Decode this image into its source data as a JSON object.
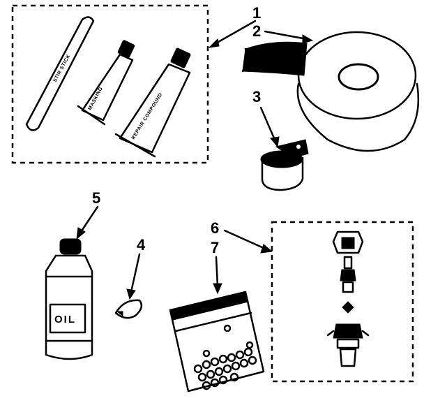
{
  "callouts": {
    "c1": "1",
    "c2": "2",
    "c3": "3",
    "c4": "4",
    "c5": "5",
    "c6": "6",
    "c7": "7"
  },
  "labels": {
    "stick": "STIR STICK",
    "tube_a": "MASKING",
    "tube_b": "REPAIR COMPOUND",
    "bottle": "OIL"
  }
}
